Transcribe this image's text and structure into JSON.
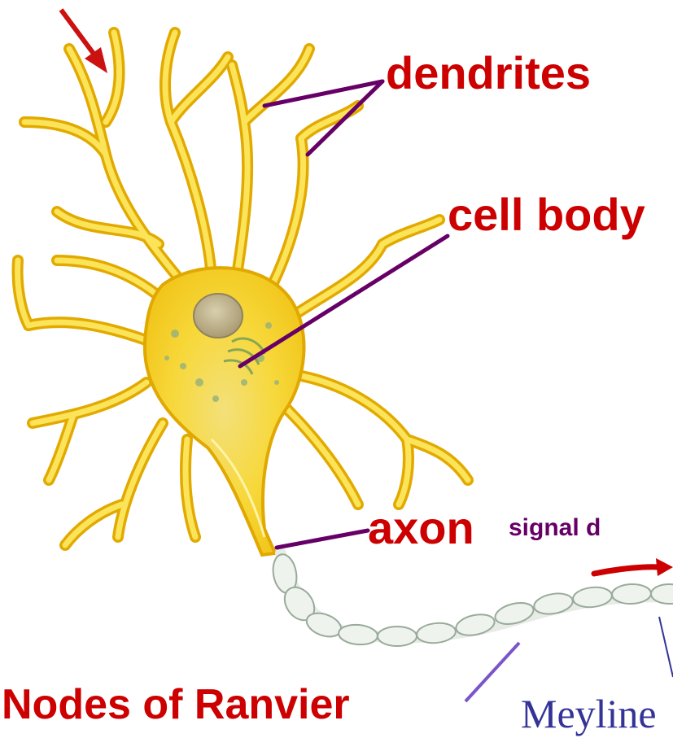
{
  "labels": {
    "dendrites": "dendrites",
    "cell_body": "cell body",
    "axon": "axon",
    "signal": "signal d",
    "nodes": "Nodes of Ranvier",
    "myelin": "Meyline"
  },
  "colors": {
    "label_red": "#cc0000",
    "pointer_purple": "#660066",
    "myelin_label_blue": "#333399",
    "signal_arrow_red": "#cc0000",
    "neuron_fill": "#f8d62a",
    "neuron_outline": "#e0a800",
    "nucleus": "#c6b98e",
    "myelin_fill": "#eef3ee",
    "myelin_outline": "#9aaa9a"
  }
}
